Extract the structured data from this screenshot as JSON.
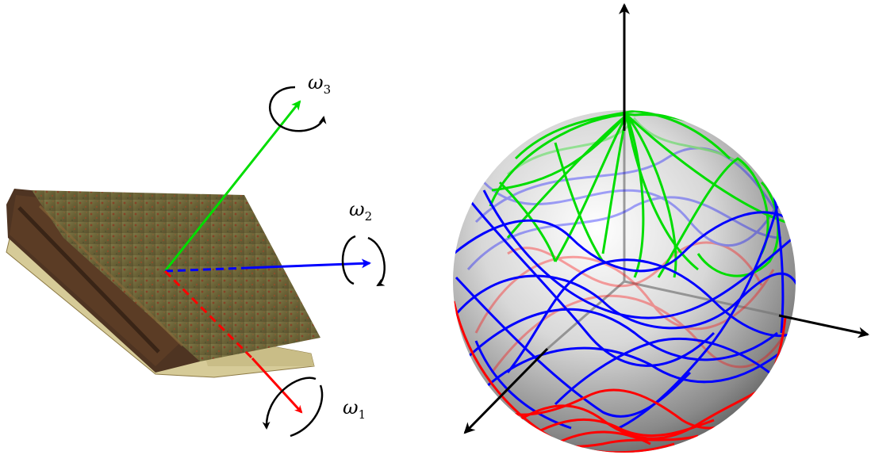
{
  "labels": {
    "omega3": {
      "symbol": "ω",
      "sub": "3"
    },
    "omega2": {
      "symbol": "ω",
      "sub": "2"
    },
    "omega1": {
      "symbol": "ω",
      "sub": "1"
    }
  },
  "colors": {
    "axis1": "#ff0000",
    "axis2": "#0000ff",
    "axis3": "#00dd00",
    "sphere_axes": "#000000",
    "book_cover": "#6f6a3c",
    "book_spine": "#4a2f1d",
    "book_pages": "#d9cfa0"
  },
  "icons": {
    "book": "book-photo",
    "rotation": "rotation-arrow-icon"
  }
}
